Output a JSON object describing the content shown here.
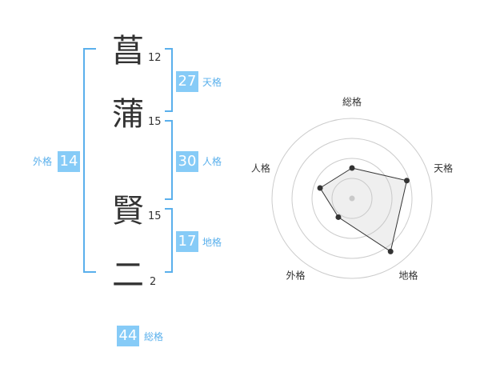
{
  "name": {
    "chars": [
      {
        "char": "菖",
        "strokes": "12"
      },
      {
        "char": "蒲",
        "strokes": "15"
      },
      {
        "char": "賢",
        "strokes": "15"
      },
      {
        "char": "二",
        "strokes": "2"
      }
    ]
  },
  "kakusu": {
    "tenkaku": {
      "value": "27",
      "label": "天格"
    },
    "jinkaku": {
      "value": "30",
      "label": "人格"
    },
    "chikaku": {
      "value": "17",
      "label": "地格"
    },
    "gaikaku": {
      "value": "14",
      "label": "外格"
    },
    "soukaku": {
      "value": "44",
      "label": "総格"
    }
  },
  "colors": {
    "accent": "#86cbf7",
    "bracket": "#5ab0ec",
    "label": "#5ab0ec"
  },
  "chart_data": {
    "type": "radar",
    "axes": [
      "総格",
      "天格",
      "地格",
      "外格",
      "人格"
    ],
    "values": [
      0.38,
      0.72,
      0.82,
      0.29,
      0.42
    ],
    "max": 1
  }
}
